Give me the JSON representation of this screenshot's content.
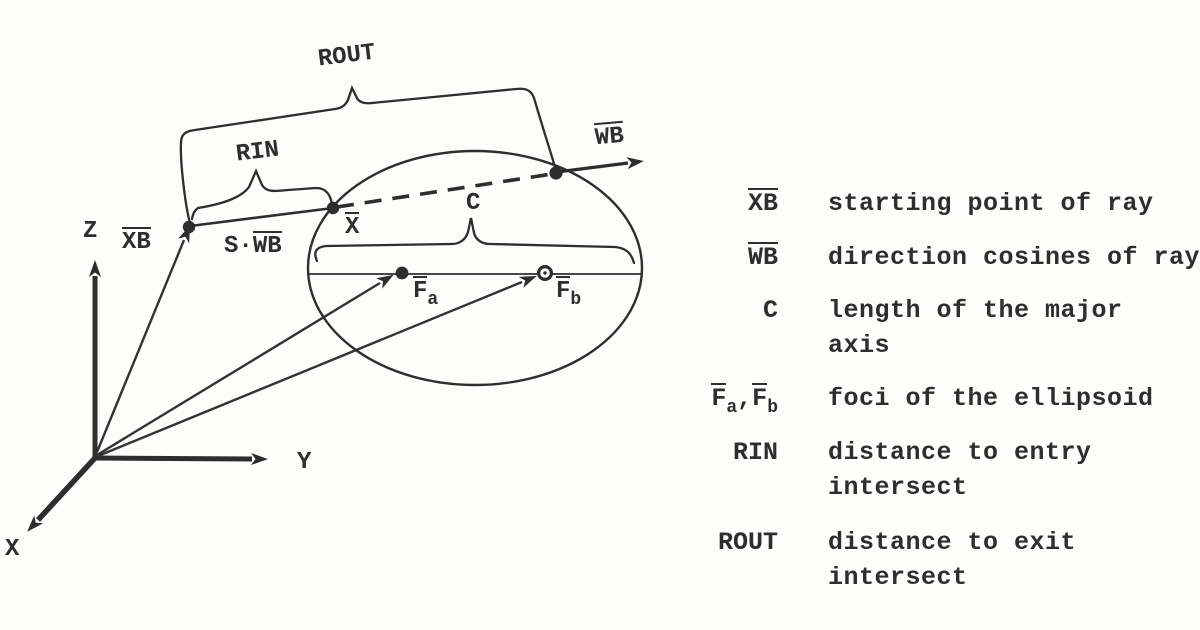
{
  "colors": {
    "ink": "#2e2e2e",
    "background": "#fdfdfc"
  },
  "diagram": {
    "axes": {
      "x_label": "X",
      "y_label": "Y",
      "z_label": "Z"
    },
    "braces": {
      "rout_label": "ROUT",
      "rin_label": "RIN",
      "c_label": "C"
    },
    "points": {
      "xb_label": "XB",
      "s_wb_prefix": "S·",
      "s_wb_label": "WB",
      "x_intersect_label": "X",
      "wb_ray_label": "WB",
      "f_a_base": "F",
      "f_a_sub": "a",
      "f_b_base": "F",
      "f_b_sub": "b"
    }
  },
  "legend": {
    "entries": [
      {
        "symbol": "XB",
        "line1": "starting point of ray",
        "line2": ""
      },
      {
        "symbol": "WB",
        "line1": "direction cosines of ray",
        "line2": ""
      },
      {
        "symbol": "C",
        "line1": "length of the major",
        "line2": "axis"
      },
      {
        "symbol_f": {
          "f1": "F",
          "sub1": "a",
          "sep": ",",
          "f2": "F",
          "sub2": "b"
        },
        "line1": "foci of the ellipsoid",
        "line2": ""
      },
      {
        "symbol": "RIN",
        "line1": "distance to entry",
        "line2": "intersect"
      },
      {
        "symbol": "ROUT",
        "line1": "distance to exit",
        "line2": "intersect"
      }
    ]
  }
}
